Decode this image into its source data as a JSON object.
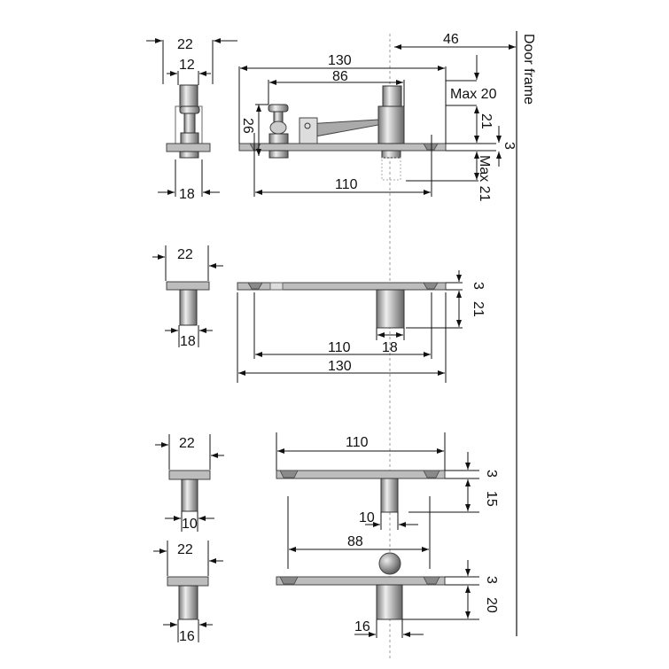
{
  "labels": {
    "door_frame": "Door frame",
    "top": {
      "side_22": "22",
      "side_12": "12",
      "side_18": "18",
      "w130": "130",
      "w86": "86",
      "h26": "26",
      "w110": "110",
      "d46": "46",
      "max20": "Max 20",
      "h21": "21",
      "t3": "3",
      "max21": "Max 21"
    },
    "mid": {
      "side_22": "22",
      "side_18": "18",
      "t3": "3",
      "h21": "21",
      "d18": "18",
      "w110": "110",
      "w130": "130"
    },
    "low1": {
      "side_22": "22",
      "side_10": "10",
      "w110": "110",
      "t3": "3",
      "h15": "15",
      "d10": "10",
      "w88": "88"
    },
    "low2": {
      "side_22": "22",
      "side_16": "16",
      "t3": "3",
      "h20": "20",
      "d16": "16"
    }
  }
}
